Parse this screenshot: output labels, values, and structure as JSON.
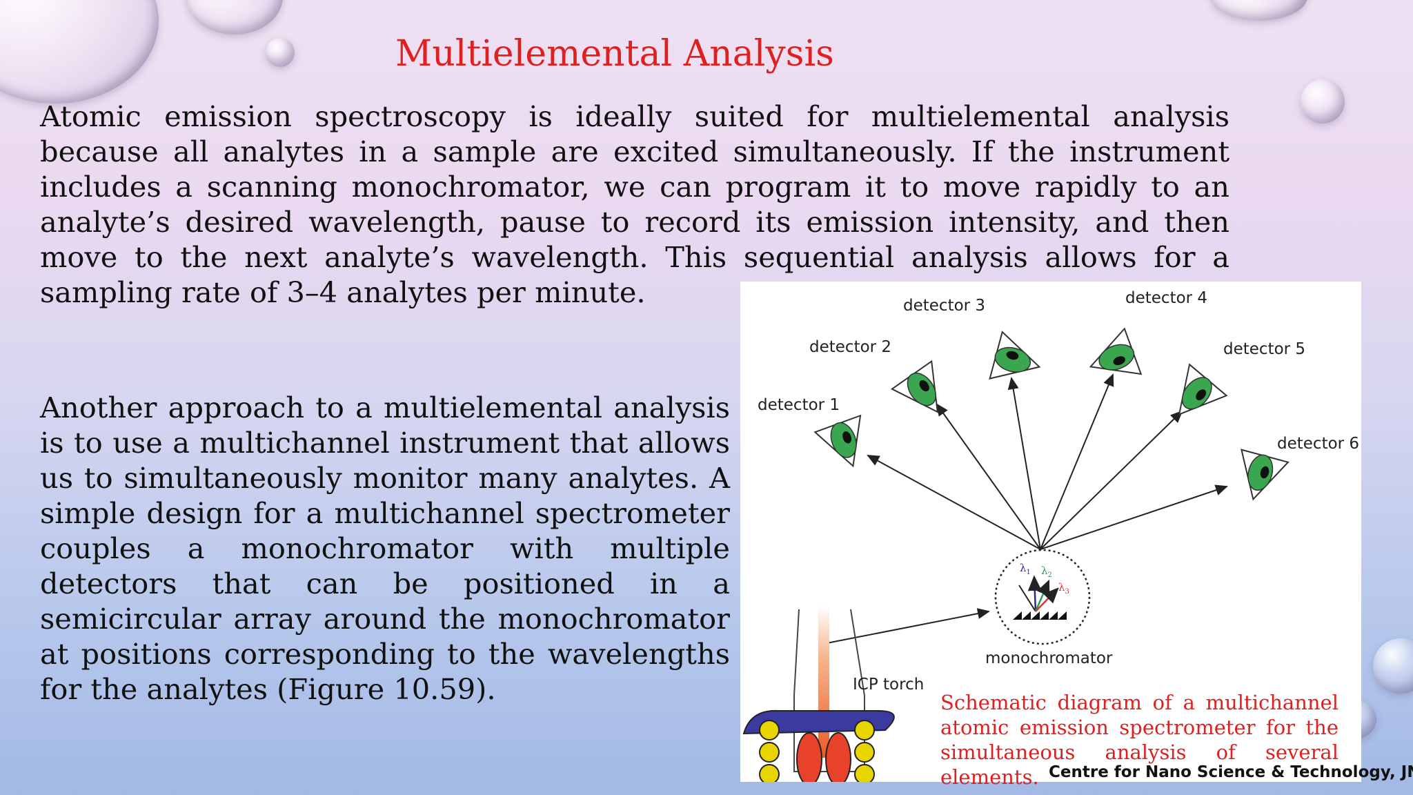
{
  "slide": {
    "title": "Multielemental Analysis",
    "paragraph1": "Atomic emission spectroscopy is ideally suited for multielemental analysis because all analytes in a sample are excited simultaneously. If the instrument includes a scanning monochromator, we can program it to move rapidly to an analyte’s desired wavelength, pause to record its emission intensity, and then move to the next analyte’s wavelength. This sequential analysis allows for a sampling rate of 3–4 analytes per minute.",
    "paragraph2": "Another approach to a multielemental analysis is to use a multichannel instrument that allows us to simultaneously monitor many analytes. A simple design for a multichannel spectrometer couples a monochromator with multiple detectors that can be positioned in a semicircular array around the monochromator at positions corresponding to the wavelengths for the analytes (Figure 10.59).",
    "caption_lines": [
      "Schematic diagram of a multichannel",
      "atomic emission spectrometer for the",
      "simultaneous analysis of several elements."
    ],
    "footer": "Centre for Nano Science & Technology, JNTU H"
  },
  "figure": {
    "detectors": [
      "detector 1",
      "detector 2",
      "detector 3",
      "detector 4",
      "detector 5",
      "detector 6"
    ],
    "monochromator_label": "monochromator",
    "torch_label": "ICP torch",
    "wavelengths": [
      {
        "sym": "λ",
        "sub": "1",
        "color": "#2b2b8c"
      },
      {
        "sym": "λ",
        "sub": "2",
        "color": "#2a9d4a"
      },
      {
        "sym": "λ",
        "sub": "3",
        "color": "#e03030"
      }
    ],
    "colors": {
      "eye": "#3aa64f",
      "flame": "#f07040",
      "torch_base": "#3a3aa0",
      "coil": "#e8d400"
    }
  }
}
